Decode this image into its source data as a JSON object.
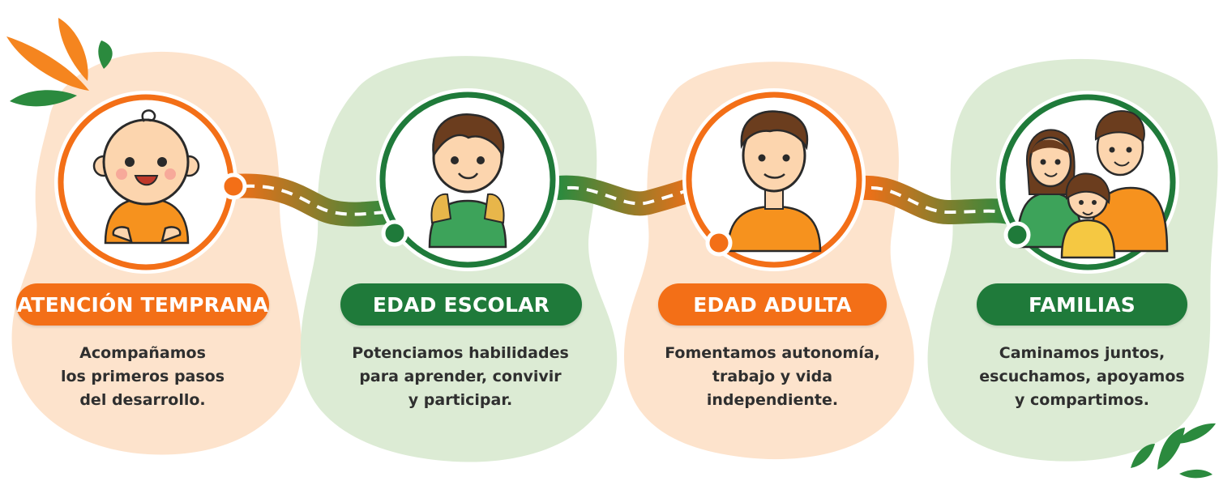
{
  "stages": [
    {
      "title": "ATENCIÓN TEMPRANA",
      "lines": [
        "Acompañamos",
        "los primeros pasos",
        "del desarrollo."
      ],
      "color": "#f36f17",
      "icon": "baby-icon"
    },
    {
      "title": "EDAD ESCOLAR",
      "lines": [
        "Potenciamos habilidades",
        "para aprender, convivir",
        "y participar."
      ],
      "color": "#1f7a3a",
      "icon": "schoolchild-icon"
    },
    {
      "title": "EDAD ADULTA",
      "lines": [
        "Fomentamos autonomía,",
        "trabajo y vida",
        "independiente."
      ],
      "color": "#f36f17",
      "icon": "adult-icon"
    },
    {
      "title": "FAMILIAS",
      "lines": [
        "Caminamos juntos,",
        "escuchamos, apoyamos",
        "y compartimos."
      ],
      "color": "#1f7a3a",
      "icon": "family-icon"
    }
  ],
  "colors": {
    "orange": "#f36f17",
    "green": "#2b8a3e",
    "orange_blob": "#fde3cc",
    "green_blob": "#dcebd4"
  }
}
